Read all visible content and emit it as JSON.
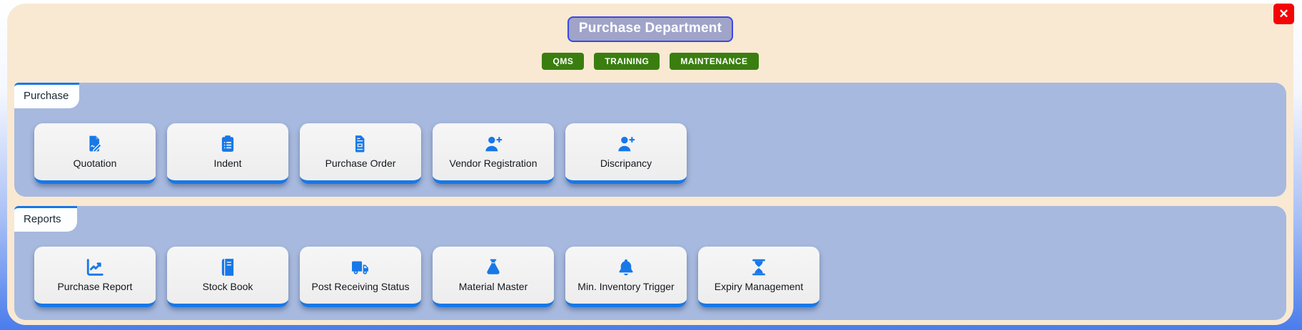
{
  "header": {
    "title": "Purchase Department",
    "close_label": "✕",
    "nav_buttons": [
      {
        "label": "QMS"
      },
      {
        "label": "TRAINING"
      },
      {
        "label": "MAINTENANCE"
      }
    ]
  },
  "sections": [
    {
      "tab": "Purchase",
      "cards": [
        {
          "label": "Quotation",
          "icon": "file-pen-icon"
        },
        {
          "label": "Indent",
          "icon": "clipboard-list-icon"
        },
        {
          "label": "Purchase Order",
          "icon": "file-invoice-icon"
        },
        {
          "label": "Vendor Registration",
          "icon": "user-plus-icon"
        },
        {
          "label": "Discripancy",
          "icon": "user-plus-icon"
        }
      ]
    },
    {
      "tab": "Reports",
      "cards": [
        {
          "label": "Purchase Report",
          "icon": "chart-line-icon"
        },
        {
          "label": "Stock Book",
          "icon": "book-icon"
        },
        {
          "label": "Post Receiving Status",
          "icon": "truck-icon"
        },
        {
          "label": "Material Master",
          "icon": "flask-icon"
        },
        {
          "label": "Min. Inventory Trigger",
          "icon": "bell-icon"
        },
        {
          "label": "Expiry Management",
          "icon": "hourglass-icon"
        }
      ]
    }
  ],
  "colors": {
    "accent_blue": "#1778e8",
    "panel_blue": "#a7b9de",
    "container_cream": "#f9e9d3",
    "nav_green": "#3a7e10",
    "close_red": "#f30505",
    "title_bg": "#a0a4c9",
    "title_border": "#3b49e2",
    "background_gradient_bottom": "#4a7cec"
  }
}
